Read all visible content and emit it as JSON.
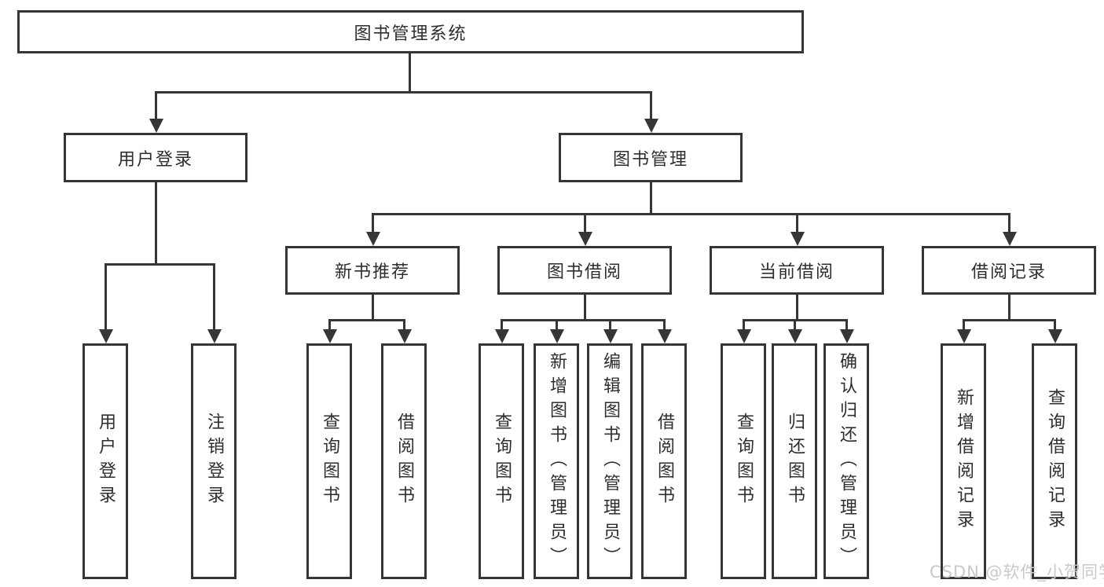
{
  "tree": {
    "root": {
      "label": "图书管理系统"
    },
    "branches": [
      {
        "label": "用户登录",
        "leaves": [
          "用户登录",
          "注销登录"
        ]
      },
      {
        "label": "图书管理",
        "sections": [
          {
            "label": "新书推荐",
            "leaves": [
              "查询图书",
              "借阅图书"
            ]
          },
          {
            "label": "图书借阅",
            "leaves": [
              "查询图书",
              "新增图书（管理员）",
              "编辑图书（管理员）",
              "借阅图书"
            ]
          },
          {
            "label": "当前借阅",
            "leaves": [
              "查询图书",
              "归还图书",
              "确认归还（管理员）"
            ]
          },
          {
            "label": "借阅记录",
            "leaves": [
              "新增借阅记录",
              "查询借阅记录"
            ]
          }
        ]
      }
    ]
  },
  "watermark": "CSDN @软件_小贺同学",
  "colors": {
    "line": "#363636",
    "box_border": "#363636",
    "text": "#2e2e2e",
    "watermark": "#c9c9c9",
    "background": "#ffffff"
  }
}
